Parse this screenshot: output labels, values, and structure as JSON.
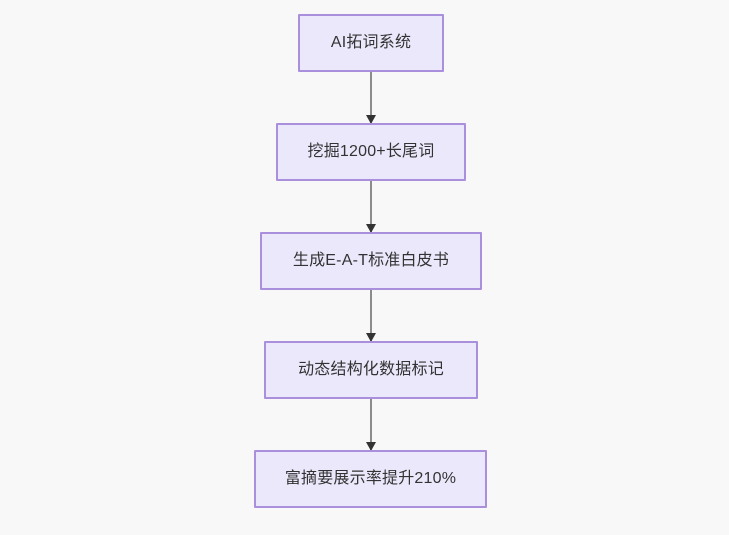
{
  "diagram": {
    "type": "flowchart",
    "orientation": "top-to-bottom",
    "background_color": "#f8f8f8",
    "node_fill_color": "#ebe8fb",
    "node_border_color": "#a98fdc",
    "node_text_color": "#333333",
    "edge_line_color": "#8a8c8e",
    "edge_arrow_color": "#333333",
    "nodes": [
      {
        "id": "n1",
        "label": "AI拓词系统"
      },
      {
        "id": "n2",
        "label": "挖掘1200+长尾词"
      },
      {
        "id": "n3",
        "label": "生成E-A-T标准白皮书"
      },
      {
        "id": "n4",
        "label": "动态结构化数据标记"
      },
      {
        "id": "n5",
        "label": "富摘要展示率提升210%"
      }
    ],
    "edges": [
      {
        "id": "e1",
        "from": "n1",
        "to": "n2",
        "label": ""
      },
      {
        "id": "e2",
        "from": "n2",
        "to": "n3",
        "label": ""
      },
      {
        "id": "e3",
        "from": "n3",
        "to": "n4",
        "label": ""
      },
      {
        "id": "e4",
        "from": "n4",
        "to": "n5",
        "label": ""
      }
    ]
  }
}
